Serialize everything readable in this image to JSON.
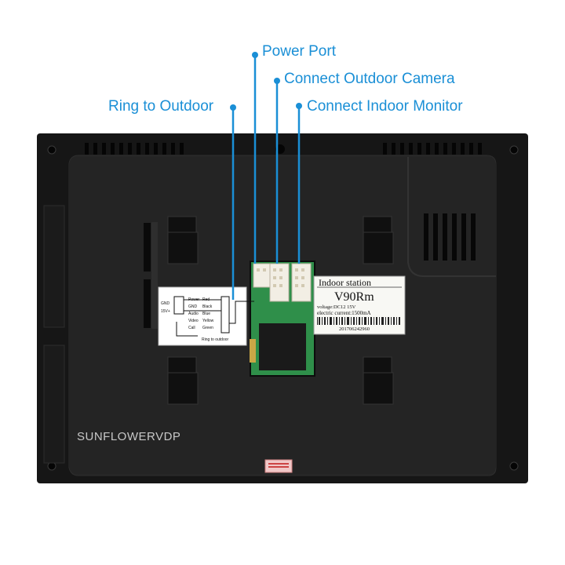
{
  "callouts": {
    "power_port": "Power Port",
    "connect_outdoor_camera": "Connect Outdoor Camera",
    "ring_to_outdoor": "Ring to Outdoor",
    "connect_indoor_monitor": "Connect Indoor Monitor"
  },
  "device": {
    "brand": "SUNFLOWERVDP",
    "label": {
      "title": "Indoor station",
      "model": "V90Rm",
      "voltage": "voltage:DC12 15V",
      "current": "electric current:1500mA",
      "serial": "201706242960"
    },
    "wiring_card": {
      "pins_left": [
        "GND",
        "15V+",
        ""
      ],
      "pins_mid": [
        "Power",
        "GND",
        "Audio",
        "Video",
        "Call"
      ],
      "colors": [
        "Red",
        "Black",
        "Blue",
        "Yellow",
        "Green"
      ],
      "caption": "Ring to outdoor"
    }
  },
  "colors": {
    "callout": "#1a8fd6",
    "case": "#161616",
    "panel": "#242424",
    "pcb": "#2f8f4a"
  }
}
